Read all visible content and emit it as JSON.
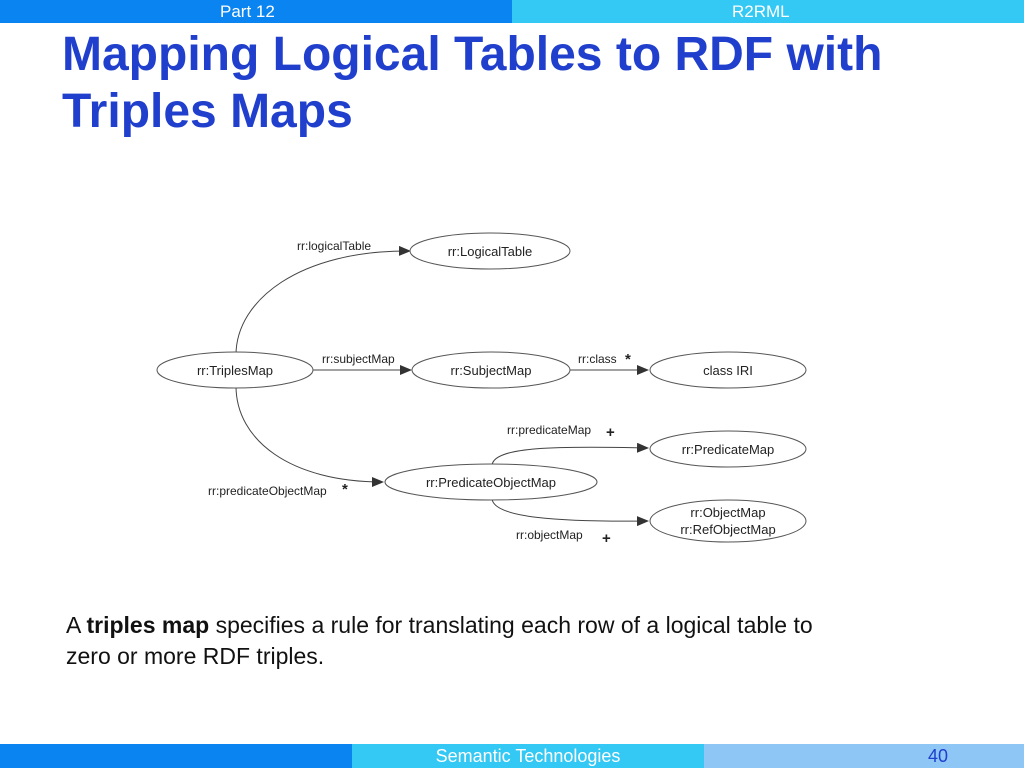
{
  "header": {
    "part": "Part 12",
    "topic": "R2RML"
  },
  "title": "Mapping Logical Tables to RDF with Triples Maps",
  "diagram": {
    "nodes": {
      "logical_table": "rr:LogicalTable",
      "triples_map": "rr:TriplesMap",
      "subject_map": "rr:SubjectMap",
      "class_iri": "class IRI",
      "predicate_map": "rr:PredicateMap",
      "predicate_object_map": "rr:PredicateObjectMap",
      "object_map_line1": "rr:ObjectMap",
      "object_map_line2": "rr:RefObjectMap"
    },
    "edges": {
      "logical_table": "rr:logicalTable",
      "subject_map": "rr:subjectMap",
      "class": "rr:class",
      "predicate_map": "rr:predicateMap",
      "predicate_object_map": "rr:predicateObjectMap",
      "object_map": "rr:objectMap"
    },
    "cardinality": {
      "zero_or_more": "*",
      "one_or_more": "+"
    }
  },
  "caption": {
    "prefix": "A ",
    "term": "triples map",
    "rest": " specifies a rule for translating each row of a logical table to zero or more RDF triples."
  },
  "footer": {
    "course": "Semantic Technologies",
    "page": "40"
  }
}
